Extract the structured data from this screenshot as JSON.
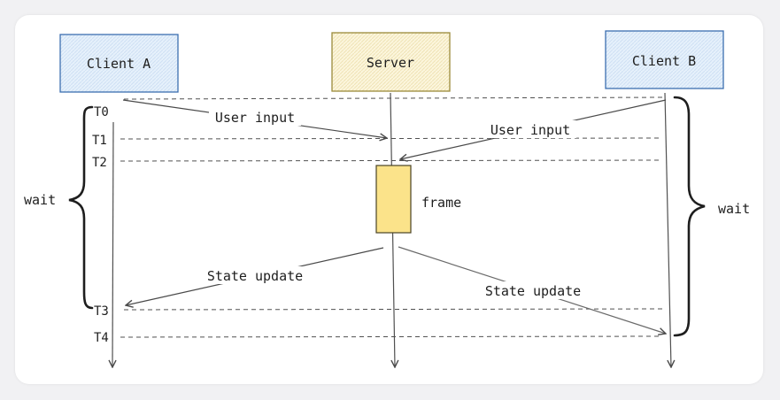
{
  "participants": {
    "client_a": "Client A",
    "server": "Server",
    "client_b": "Client B"
  },
  "time_labels": {
    "t0": "T0",
    "t1": "T1",
    "t2": "T2",
    "t3": "T3",
    "t4": "T4"
  },
  "messages": {
    "input_a": "User input",
    "input_b": "User input",
    "state_a": "State update",
    "state_b": "State update"
  },
  "frame_label": "frame",
  "wait_left": "wait",
  "wait_right": "wait",
  "colors": {
    "client_fill": "#e3effa",
    "client_stroke": "#3c6fb0",
    "server_fill": "#fbf4d8",
    "server_stroke": "#9a8a3a",
    "frame_fill": "#fbe38a",
    "frame_stroke": "#4a4426",
    "line": "#505050"
  }
}
